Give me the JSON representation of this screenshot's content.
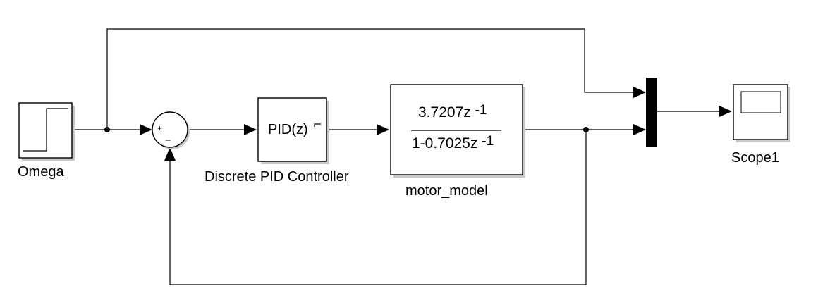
{
  "blocks": {
    "step": {
      "name": "Omega"
    },
    "sum": {
      "plus_sign": "+",
      "minus_sign": "_"
    },
    "pid": {
      "name": "Discrete PID Controller",
      "text": "PID(z)"
    },
    "motor": {
      "name": "motor_model",
      "numerator": "3.7207z",
      "numerator_exp": "-1",
      "denominator": "1-0.7025z",
      "denominator_exp": "-1"
    },
    "mux": {
      "name": ""
    },
    "scope": {
      "name": "Scope1"
    }
  }
}
